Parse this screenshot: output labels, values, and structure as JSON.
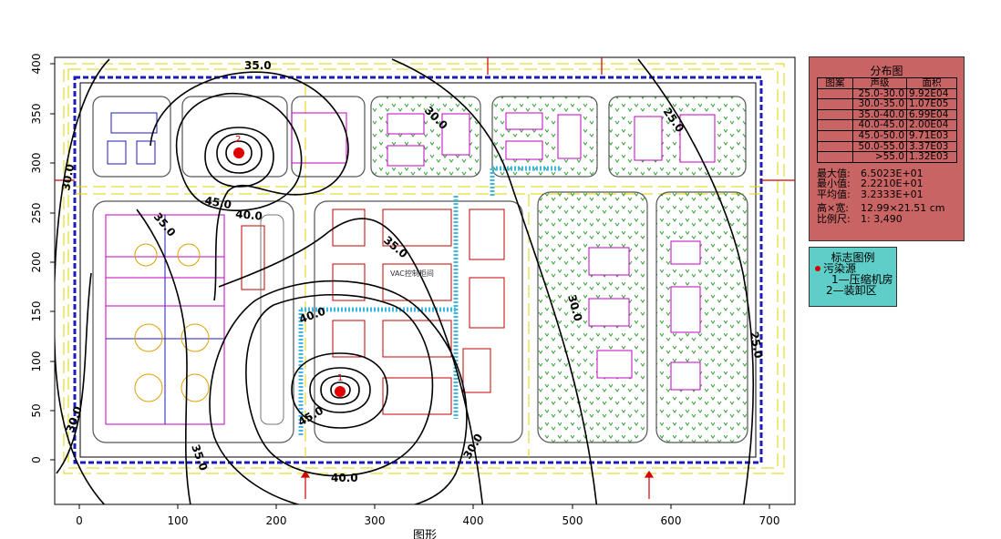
{
  "map": {
    "x_ticks": [
      "0",
      "100",
      "200",
      "300",
      "400",
      "500",
      "600",
      "700"
    ],
    "y_ticks": [
      "400",
      "350",
      "300",
      "250",
      "200",
      "150",
      "100",
      "50",
      "0"
    ],
    "x_title": "图形",
    "contour_labels": [
      "35.0",
      "30.0",
      "25.0",
      "45.0",
      "40.0",
      "35.0",
      "30.0",
      "30.0",
      "40.0",
      "40.0",
      "45.0",
      "35.0",
      "35.0",
      "30.0",
      "25.0",
      "30.0"
    ],
    "source_markers": [
      "1",
      "2"
    ],
    "facility_label": "VAC控制柜间",
    "colors": {
      "contour": "#000000",
      "frame": "#1c1cb8",
      "road_edge": "#e0d000",
      "source": "#e00000",
      "facility": "#c00000",
      "pipe": "#40b8e0",
      "vegetation": "#2fa02f"
    }
  },
  "distribution": {
    "title": "分布图",
    "headers": [
      "图案",
      "声级",
      "面积"
    ],
    "rows": [
      {
        "range": "25.0-30.0",
        "area": "9.92E04"
      },
      {
        "range": "30.0-35.0",
        "area": "1.07E05"
      },
      {
        "range": "35.0-40.0",
        "area": "6.99E04"
      },
      {
        "range": "40.0-45.0",
        "area": "2.00E04"
      },
      {
        "range": "45.0-50.0",
        "area": "9.71E03"
      },
      {
        "range": "50.0-55.0",
        "area": "3.37E03"
      },
      {
        "range": ">55.0",
        "area": "1.32E03"
      }
    ],
    "stats": [
      {
        "key": "最大值:",
        "value": "6.5023E+01"
      },
      {
        "key": "最小值:",
        "value": "2.2210E+01"
      },
      {
        "key": "平均值:",
        "value": "3.2333E+01"
      }
    ],
    "size": {
      "key": "高×宽:",
      "value": "12.99×21.51 cm"
    },
    "scale": {
      "key": "比例尺:",
      "value": "1: 3,490"
    }
  },
  "legend": {
    "title": "标志图例",
    "source_label": "污染源",
    "items": [
      "1—压缩机房",
      "2—装卸区"
    ]
  }
}
